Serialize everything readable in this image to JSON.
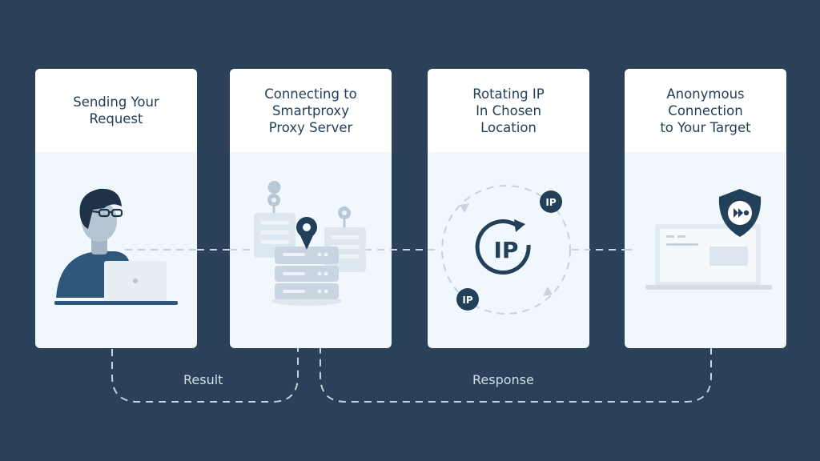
{
  "steps": [
    {
      "title": "Sending Your\nRequest"
    },
    {
      "title": "Connecting to\nSmartproxy\nProxy Server"
    },
    {
      "title": "Rotating IP\nIn Chosen\nLocation"
    },
    {
      "title": "Anonymous\nConnection\nto Your Target"
    }
  ],
  "flows": {
    "result_label": "Result",
    "response_label": "Response"
  },
  "badges": {
    "ip_big": "IP",
    "ip_small_top": "IP",
    "ip_small_bottom": "IP"
  },
  "colors": {
    "background": "#2a4159",
    "card_body": "#f0f8fd",
    "card_header": "#ffffff",
    "accent_dark": "#23405a",
    "muted": "#c6d3df"
  }
}
